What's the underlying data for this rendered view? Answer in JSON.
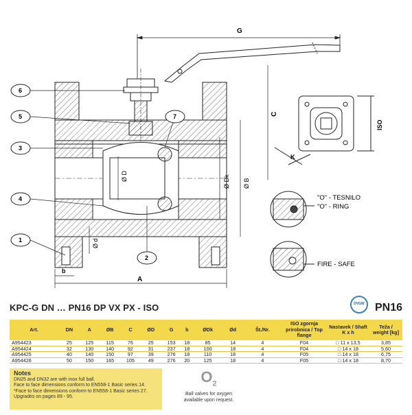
{
  "drawing": {
    "dimensions": {
      "G": "G",
      "C": "C",
      "ISO": "ISO",
      "K": "K",
      "D": "Ø D",
      "Dk": "Ø Dk",
      "B": "Ø B",
      "d": "Ø d",
      "b": "b",
      "A": "A"
    },
    "callouts": [
      "1",
      "2",
      "3",
      "4",
      "5",
      "6",
      "7"
    ],
    "detail_labels": {
      "o_tesnilo": "\"O\" - TESNILO",
      "o_ring": "\"O\" - RING",
      "fire_safe": "FIRE - SAFE"
    }
  },
  "product_title": "KPC-G DN … PN16 DP VX PX - ISO",
  "pressure_label": "PN16",
  "badge_text": "DVGW",
  "table": {
    "headers": [
      "Art.",
      "DN",
      "A",
      "ØB",
      "C",
      "ØD",
      "G",
      "b",
      "ØDk",
      "Ød",
      "Št./Nr.",
      "ISO zgornja prirobnica / Top flange",
      "Nastavek / Shaft K x h",
      "Teža / weight [kg]"
    ],
    "rows": [
      [
        "A954423",
        "25",
        "125",
        "115",
        "76",
        "25",
        "153",
        "18",
        "85",
        "14",
        "4",
        "F04",
        "□ 11 x 13,5",
        "3,85"
      ],
      [
        "A954424",
        "32",
        "130",
        "140",
        "92",
        "31",
        "237",
        "18",
        "100",
        "18",
        "4",
        "F04",
        "□ 14 x 18",
        "5,60"
      ],
      [
        "A954425",
        "40",
        "140",
        "150",
        "97",
        "39",
        "276",
        "18",
        "110",
        "18",
        "4",
        "F05",
        "□ 14 x 18",
        "6,75"
      ],
      [
        "A954426",
        "50",
        "150",
        "165",
        "105",
        "49",
        "276",
        "20",
        "125",
        "18",
        "4",
        "F05",
        "□ 14 x 18",
        "8,70"
      ]
    ]
  },
  "notes": {
    "title": "Notes",
    "lines": [
      "DN25 and DN32 are with inox full ball.",
      "Face to face dimensions conform to EN558-1 Basic series 14.",
      "*Face to face dimensions conform to EN558-1 Basic series 27.",
      "Upgrades on pages 89 - 95."
    ]
  },
  "oxygen": {
    "line1": "Ball valves for oxygen",
    "line2": "available upon request."
  },
  "colors": {
    "accent_yellow": "#f3d84c",
    "notes_yellow": "#f6e27a",
    "line": "#222222"
  }
}
